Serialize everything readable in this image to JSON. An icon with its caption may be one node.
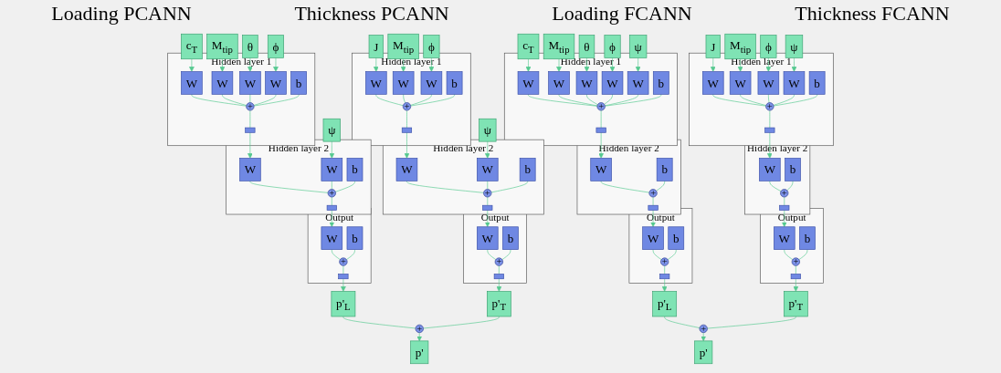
{
  "diagram": {
    "nodes": [
      {
        "text": [
          "c$_{T}$"
        ]
      },
      {
        "text": [
          "M$_{tip}$"
        ]
      },
      {
        "text": [
          "θ"
        ]
      },
      {
        "text": [
          "ϕ"
        ]
      },
      {
        "text": [
          "ψ"
        ]
      },
      {
        "text": [
          "Hidden layer 1"
        ]
      },
      {
        "text": [
          "W"
        ],
        "in": 5
      },
      {
        "text": [
          "W"
        ],
        "in": 5
      },
      {
        "text": [
          "W"
        ],
        "in": 5
      },
      {
        "text": [
          "W"
        ],
        "in": 5
      },
      {
        "text": [
          "+"
        ],
        "in": 5
      },
      {
        "text": [
          "b"
        ],
        "in": 5
      },
      {
        "text": [],
        "shape": "box",
        "in": 5
      },
      {
        "text": [
          "Hidden layer 2"
        ]
      },
      {
        "text": [
          "W"
        ],
        "in": 13
      },
      {
        "text": [
          "W"
        ],
        "in": 13
      },
      {
        "text": [
          "+"
        ],
        "in": 13
      },
      {
        "text": [
          "b"
        ],
        "in": 13
      },
      {
        "text": [],
        "shape": "box",
        "in": 13
      },
      {
        "text": [
          "Output"
        ]
      },
      {
        "text": [
          "W"
        ],
        "in": 19
      },
      {
        "text": [
          "b"
        ],
        "in": 19
      },
      {
        "text": [
          "+"
        ],
        "in": 19
      },
      {
        "text": [],
        "shape": "box",
        "in": 19
      },
      {
        "text": [
          "p'$_{L}$"
        ]
      },
      {
        "text": [
          "J"
        ]
      },
      {
        "text": [
          "M$_{tip}$"
        ]
      },
      {
        "text": [
          "ϕ"
        ]
      },
      {
        "text": [
          "ψ"
        ]
      },
      {
        "text": [
          "Hidden layer 1"
        ]
      },
      {
        "text": [
          "W"
        ],
        "in": 29
      },
      {
        "text": [
          "W"
        ],
        "in": 29
      },
      {
        "text": [
          "W"
        ],
        "in": 29
      },
      {
        "text": [
          "+"
        ],
        "in": 29
      },
      {
        "text": [
          "b"
        ],
        "in": 29
      },
      {
        "text": [],
        "shape": "box",
        "in": 29
      },
      {
        "text": [
          "Hidden layer 2"
        ]
      },
      {
        "text": [
          "W"
        ],
        "in": 36
      },
      {
        "text": [
          "W"
        ],
        "in": 36
      },
      {
        "text": [
          "+"
        ],
        "in": 36
      },
      {
        "text": [
          "b"
        ],
        "in": 36
      },
      {
        "text": [],
        "shape": "box",
        "in": 36
      },
      {
        "text": [
          "Output"
        ]
      },
      {
        "text": [
          "W"
        ],
        "in": 42
      },
      {
        "text": [
          "b"
        ],
        "in": 42
      },
      {
        "text": [
          "+"
        ],
        "in": 42
      },
      {
        "text": [],
        "shape": "box",
        "in": 42
      },
      {
        "text": [
          "p'$_{T}$"
        ]
      },
      {
        "text": [
          "+"
        ]
      },
      {
        "text": [
          "p'"
        ]
      },
      {
        "text": [
          "c$_{T}$"
        ]
      },
      {
        "text": [
          "M$_{tip}$"
        ]
      },
      {
        "text": [
          "θ"
        ]
      },
      {
        "text": [
          "ϕ"
        ]
      },
      {
        "text": [
          "ψ"
        ]
      },
      {
        "text": [
          "Hidden layer 1"
        ]
      },
      {
        "text": [
          "W"
        ],
        "in": 55
      },
      {
        "text": [
          "W"
        ],
        "in": 55
      },
      {
        "text": [
          "W"
        ],
        "in": 55
      },
      {
        "text": [
          "W"
        ],
        "in": 55
      },
      {
        "text": [
          "W"
        ],
        "in": 55
      },
      {
        "text": [
          "+"
        ],
        "in": 55
      },
      {
        "text": [
          "b"
        ],
        "in": 55
      },
      {
        "text": [],
        "shape": "box",
        "in": 55
      },
      {
        "text": [
          "Hidden layer 2"
        ]
      },
      {
        "text": [
          "W"
        ],
        "in": 64
      },
      {
        "text": [
          "b"
        ],
        "in": 64
      },
      {
        "text": [
          "+"
        ],
        "in": 64
      },
      {
        "text": [],
        "shape": "box",
        "in": 64
      },
      {
        "text": [
          "Output"
        ]
      },
      {
        "text": [
          "W"
        ],
        "in": 69
      },
      {
        "text": [
          "b"
        ],
        "in": 69
      },
      {
        "text": [
          "+"
        ],
        "in": 69
      },
      {
        "text": [],
        "shape": "box",
        "in": 69
      },
      {
        "text": [
          "p'$_{L}$"
        ]
      },
      {
        "text": [
          "J"
        ]
      },
      {
        "text": [
          "M$_{tip}$"
        ]
      },
      {
        "text": [
          "ϕ"
        ]
      },
      {
        "text": [
          "ψ"
        ]
      },
      {
        "text": [
          "Hidden layer 1"
        ]
      },
      {
        "text": [
          "W"
        ],
        "in": 79
      },
      {
        "text": [
          "W"
        ],
        "in": 79
      },
      {
        "text": [
          "W"
        ],
        "in": 79
      },
      {
        "text": [
          "W"
        ],
        "in": 79
      },
      {
        "text": [
          "+"
        ],
        "in": 79
      },
      {
        "text": [
          "b"
        ],
        "in": 79
      },
      {
        "text": [],
        "shape": "box",
        "in": 79
      },
      {
        "text": [
          "Hidden layer 2"
        ]
      },
      {
        "text": [
          "W"
        ],
        "in": 87
      },
      {
        "text": [
          "b"
        ],
        "in": 87
      },
      {
        "text": [
          "+"
        ],
        "in": 87
      },
      {
        "text": [],
        "shape": "box",
        "in": 87
      },
      {
        "text": [
          "Output"
        ]
      },
      {
        "text": [
          "W"
        ],
        "in": 92
      },
      {
        "text": [
          "b"
        ],
        "in": 92
      },
      {
        "text": [
          "+"
        ],
        "in": 92
      },
      {
        "text": [],
        "shape": "box",
        "in": 92
      },
      {
        "text": [
          "p'$_{T}$"
        ]
      },
      {
        "text": [
          "+"
        ]
      },
      {
        "text": [
          "p'"
        ]
      }
    ],
    "edges": [
      {
        "from": 0,
        "to": 6,
        "arrow": "to"
      },
      {
        "from": 1,
        "to": 7,
        "arrow": "to"
      },
      {
        "from": 2,
        "to": 8,
        "arrow": "to"
      },
      {
        "from": 3,
        "to": 9,
        "arrow": "to"
      },
      {
        "from": 6,
        "to": 10,
        "arrow": "none"
      },
      {
        "from": 7,
        "to": 10,
        "arrow": "none"
      },
      {
        "from": 8,
        "to": 10,
        "arrow": "none"
      },
      {
        "from": 9,
        "to": 10,
        "arrow": "none"
      },
      {
        "from": 11,
        "to": 10,
        "arrow": "none"
      },
      {
        "from": 10,
        "to": 12,
        "arrow": "none"
      },
      {
        "from": 12,
        "to": 14,
        "arrow": "to"
      },
      {
        "from": 4,
        "to": 15,
        "arrow": "to"
      },
      {
        "from": 14,
        "to": 16,
        "arrow": "none"
      },
      {
        "from": 15,
        "to": 16,
        "arrow": "none"
      },
      {
        "from": 17,
        "to": 16,
        "arrow": "none"
      },
      {
        "from": 16,
        "to": 18,
        "arrow": "none"
      },
      {
        "from": 18,
        "to": 20,
        "arrow": "to"
      },
      {
        "from": 20,
        "to": 22,
        "arrow": "none"
      },
      {
        "from": 21,
        "to": 22,
        "arrow": "none"
      },
      {
        "from": 22,
        "to": 23,
        "arrow": "none"
      },
      {
        "from": 23,
        "to": 24,
        "arrow": "to"
      },
      {
        "from": 25,
        "to": 30,
        "arrow": "to"
      },
      {
        "from": 26,
        "to": 31,
        "arrow": "to"
      },
      {
        "from": 27,
        "to": 32,
        "arrow": "to"
      },
      {
        "from": 30,
        "to": 33,
        "arrow": "none"
      },
      {
        "from": 31,
        "to": 33,
        "arrow": "none"
      },
      {
        "from": 32,
        "to": 33,
        "arrow": "none"
      },
      {
        "from": 34,
        "to": 33,
        "arrow": "none"
      },
      {
        "from": 33,
        "to": 35,
        "arrow": "none"
      },
      {
        "from": 35,
        "to": 37,
        "arrow": "to"
      },
      {
        "from": 28,
        "to": 38,
        "arrow": "to"
      },
      {
        "from": 37,
        "to": 39,
        "arrow": "none"
      },
      {
        "from": 38,
        "to": 39,
        "arrow": "none"
      },
      {
        "from": 40,
        "to": 39,
        "arrow": "none"
      },
      {
        "from": 39,
        "to": 41,
        "arrow": "none"
      },
      {
        "from": 41,
        "to": 43,
        "arrow": "to"
      },
      {
        "from": 43,
        "to": 45,
        "arrow": "none"
      },
      {
        "from": 44,
        "to": 45,
        "arrow": "none"
      },
      {
        "from": 45,
        "to": 46,
        "arrow": "none"
      },
      {
        "from": 46,
        "to": 47,
        "arrow": "to"
      },
      {
        "from": 24,
        "to": 48,
        "arrow": "none"
      },
      {
        "from": 47,
        "to": 48,
        "arrow": "none"
      },
      {
        "from": 48,
        "to": 49,
        "arrow": "to"
      },
      {
        "from": 50,
        "to": 56,
        "arrow": "to"
      },
      {
        "from": 51,
        "to": 57,
        "arrow": "to"
      },
      {
        "from": 52,
        "to": 58,
        "arrow": "to"
      },
      {
        "from": 53,
        "to": 59,
        "arrow": "to"
      },
      {
        "from": 54,
        "to": 60,
        "arrow": "to"
      },
      {
        "from": 56,
        "to": 61,
        "arrow": "none"
      },
      {
        "from": 57,
        "to": 61,
        "arrow": "none"
      },
      {
        "from": 58,
        "to": 61,
        "arrow": "none"
      },
      {
        "from": 59,
        "to": 61,
        "arrow": "none"
      },
      {
        "from": 60,
        "to": 61,
        "arrow": "none"
      },
      {
        "from": 62,
        "to": 61,
        "arrow": "none"
      },
      {
        "from": 61,
        "to": 63,
        "arrow": "none"
      },
      {
        "from": 63,
        "to": 65,
        "arrow": "to"
      },
      {
        "from": 65,
        "to": 67,
        "arrow": "none"
      },
      {
        "from": 66,
        "to": 67,
        "arrow": "none"
      },
      {
        "from": 67,
        "to": 68,
        "arrow": "none"
      },
      {
        "from": 68,
        "to": 70,
        "arrow": "to"
      },
      {
        "from": 70,
        "to": 72,
        "arrow": "none"
      },
      {
        "from": 71,
        "to": 72,
        "arrow": "none"
      },
      {
        "from": 72,
        "to": 73,
        "arrow": "none"
      },
      {
        "from": 73,
        "to": 74,
        "arrow": "to"
      },
      {
        "from": 75,
        "to": 80,
        "arrow": "to"
      },
      {
        "from": 76,
        "to": 81,
        "arrow": "to"
      },
      {
        "from": 77,
        "to": 82,
        "arrow": "to"
      },
      {
        "from": 78,
        "to": 83,
        "arrow": "to"
      },
      {
        "from": 80,
        "to": 84,
        "arrow": "none"
      },
      {
        "from": 81,
        "to": 84,
        "arrow": "none"
      },
      {
        "from": 82,
        "to": 84,
        "arrow": "none"
      },
      {
        "from": 83,
        "to": 84,
        "arrow": "none"
      },
      {
        "from": 85,
        "to": 84,
        "arrow": "none"
      },
      {
        "from": 84,
        "to": 86,
        "arrow": "none"
      },
      {
        "from": 86,
        "to": 88,
        "arrow": "to"
      },
      {
        "from": 88,
        "to": 90,
        "arrow": "none"
      },
      {
        "from": 89,
        "to": 90,
        "arrow": "none"
      },
      {
        "from": 90,
        "to": 91,
        "arrow": "none"
      },
      {
        "from": 91,
        "to": 93,
        "arrow": "to"
      },
      {
        "from": 93,
        "to": 95,
        "arrow": "none"
      },
      {
        "from": 94,
        "to": 95,
        "arrow": "none"
      },
      {
        "from": 95,
        "to": 96,
        "arrow": "none"
      },
      {
        "from": 96,
        "to": 97,
        "arrow": "to"
      },
      {
        "from": 74,
        "to": 98,
        "arrow": "none"
      },
      {
        "from": 97,
        "to": 98,
        "arrow": "none"
      },
      {
        "from": 98,
        "to": 99,
        "arrow": "to"
      }
    ],
    "labels": [
      "Loading PCANN",
      "Thickness PCANN",
      "Loading FCANN",
      "Thickness FCANN"
    ]
  }
}
